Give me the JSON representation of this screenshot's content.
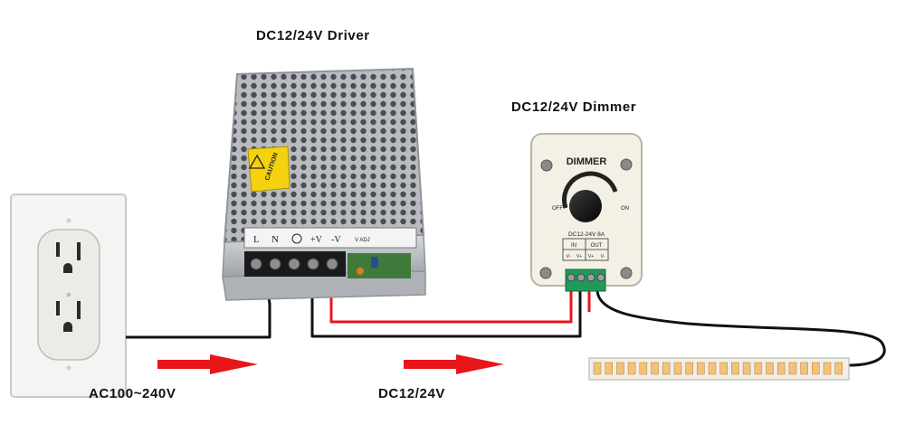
{
  "titles": {
    "driver": "DC12/24V Driver",
    "dimmer": "DC12/24V Dimmer"
  },
  "flow_labels": {
    "ac": "AC100~240V",
    "dc": "DC12/24V"
  },
  "driver": {
    "terminal_labels": [
      "L",
      "N",
      "+V",
      "-V",
      "V ADJ"
    ],
    "warning_label": "CAUTION"
  },
  "dimmer": {
    "name": "DIMMER",
    "off_label": "OFF",
    "on_label": "ON",
    "rating": "DC12-24V 8A",
    "in_label": "IN",
    "out_label": "OUT",
    "pin_labels": [
      "V-",
      "V+",
      "V+",
      "V-"
    ]
  },
  "colors": {
    "arrow": "#e8151b",
    "wire_red": "#e8151b",
    "wire_black": "#111111",
    "housing": "#f3f0e6"
  }
}
